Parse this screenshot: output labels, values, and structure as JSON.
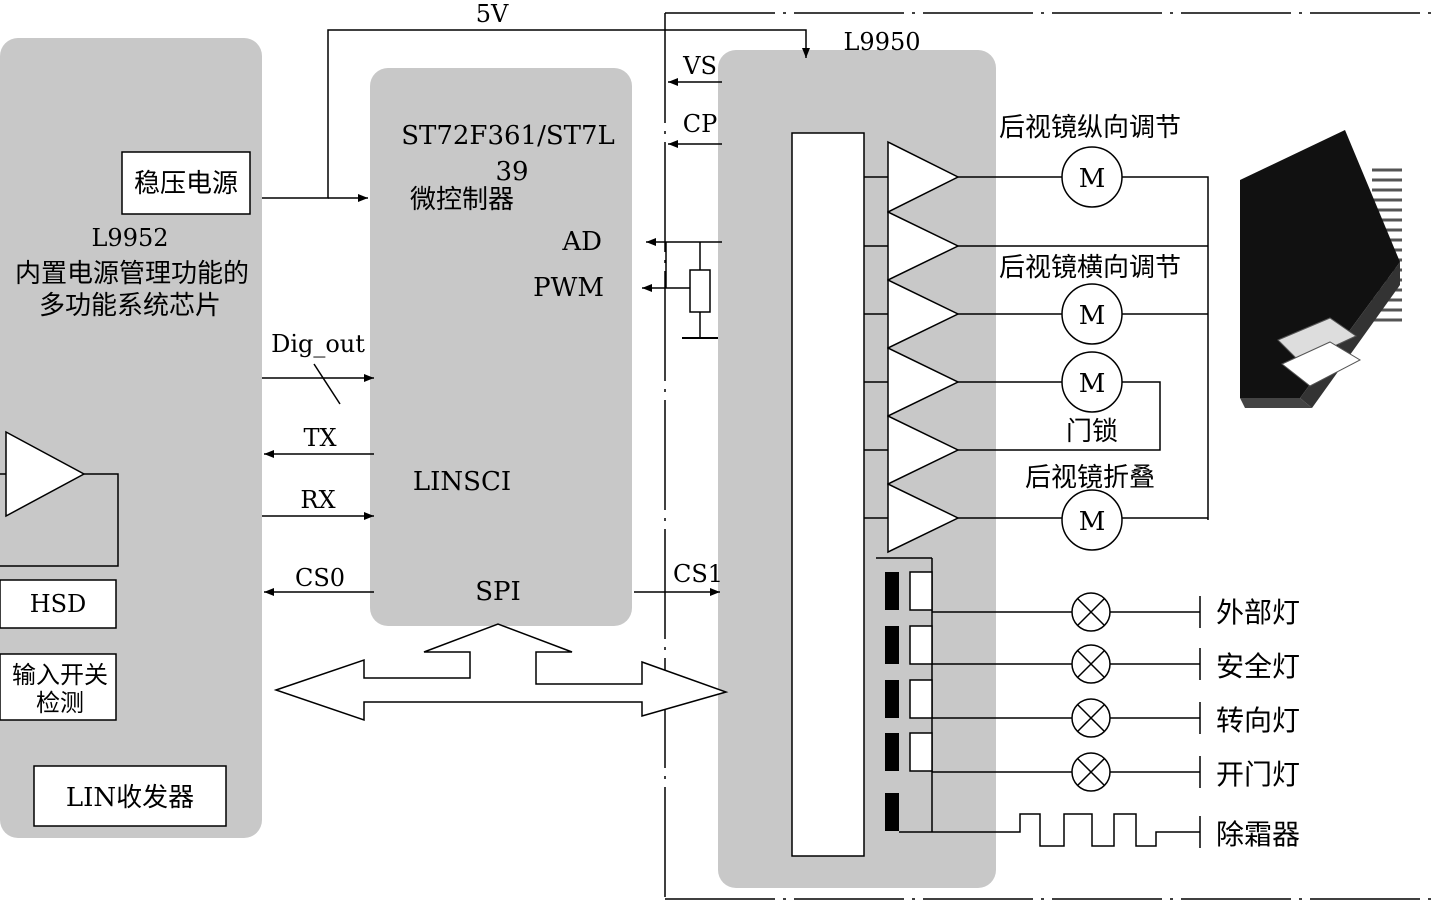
{
  "power": {
    "supply_5v": "5V"
  },
  "l9952": {
    "regulator": "稳压电源",
    "part": "L9952",
    "desc_line1": "内置电源管理功能的",
    "desc_line2": "多功能系统芯片",
    "hsd": "HSD",
    "input_line1": "输入开关",
    "input_line2": "检测",
    "lin": "LIN收发器"
  },
  "mcu": {
    "part_line1": "ST72F361/ST7L",
    "part_line2": "39",
    "name": "微控制器",
    "ad": "AD",
    "pwm": "PWM",
    "linsci": "LINSCI",
    "spi": "SPI"
  },
  "signals": {
    "dig_out": "Dig_out",
    "tx": "TX",
    "rx": "RX",
    "cs0": "CS0",
    "cs1": "CS1",
    "vs": "VS",
    "cp": "CP"
  },
  "l9950": {
    "part": "L9950",
    "motor_symbol": "M",
    "motors": [
      "后视镜纵向调节",
      "后视镜横向调节",
      "门锁",
      "后视镜折叠"
    ],
    "loads": [
      "外部灯",
      "安全灯",
      "转向灯",
      "开门灯",
      "除霜器"
    ]
  }
}
